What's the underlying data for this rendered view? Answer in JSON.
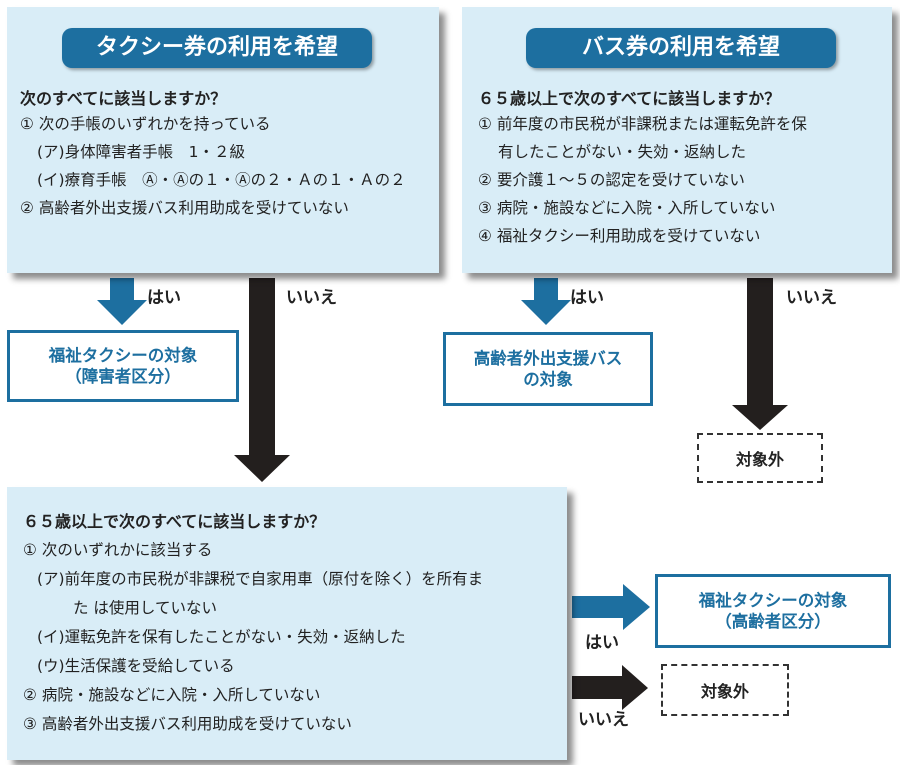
{
  "panel_taxi": {
    "title": "タクシー券の利用を希望",
    "question": "次のすべてに該当しますか？",
    "lines": [
      "① 次の手帳のいずれかを持っている",
      "(ア)身体障害者手帳　1・２級",
      "(イ)療育手帳　Ⓐ・Ⓐの１・Ⓐの２・Ａの１・Ａの２",
      "② 高齢者外出支援バス利用助成を受けていない"
    ]
  },
  "panel_bus": {
    "title": "バス券の利用を希望",
    "question": "６５歳以上で次のすべてに該当しますか？",
    "lines": [
      "① 前年度の市民税が非課税または運転免許を保",
      "有したことがない・失効・返納した",
      "② 要介護１～５の認定を受けていない",
      "③ 病院・施設などに入院・入所していない",
      "④ 福祉タクシー利用助成を受けていない"
    ]
  },
  "panel_elderly": {
    "question": "６５歳以上で次のすべてに該当しますか？",
    "lines": [
      "① 次のいずれかに該当する",
      "(ア)前年度の市民税が非課税で自家用車（原付を除く）を所有ま",
      "た は使用していない",
      "(イ)運転免許を保有したことがない・失効・返納した",
      "(ウ)生活保護を受給している",
      "② 病院・施設などに入院・入所していない",
      "③ 高齢者外出支援バス利用助成を受けていない"
    ]
  },
  "results": {
    "taxi_disability": [
      "福祉タクシーの対象",
      "（障害者区分）"
    ],
    "bus": [
      "高齢者外出支援バス",
      "の対象"
    ],
    "taxi_elderly": [
      "福祉タクシーの対象",
      "（高齢者区分）"
    ],
    "not_eligible": "対象外"
  },
  "labels": {
    "yes": "はい",
    "no": "いいえ"
  },
  "colors": {
    "panel_bg": "#d9edf7",
    "accent_blue": "#1d6fa0",
    "arrow_dark": "#231f1e"
  }
}
